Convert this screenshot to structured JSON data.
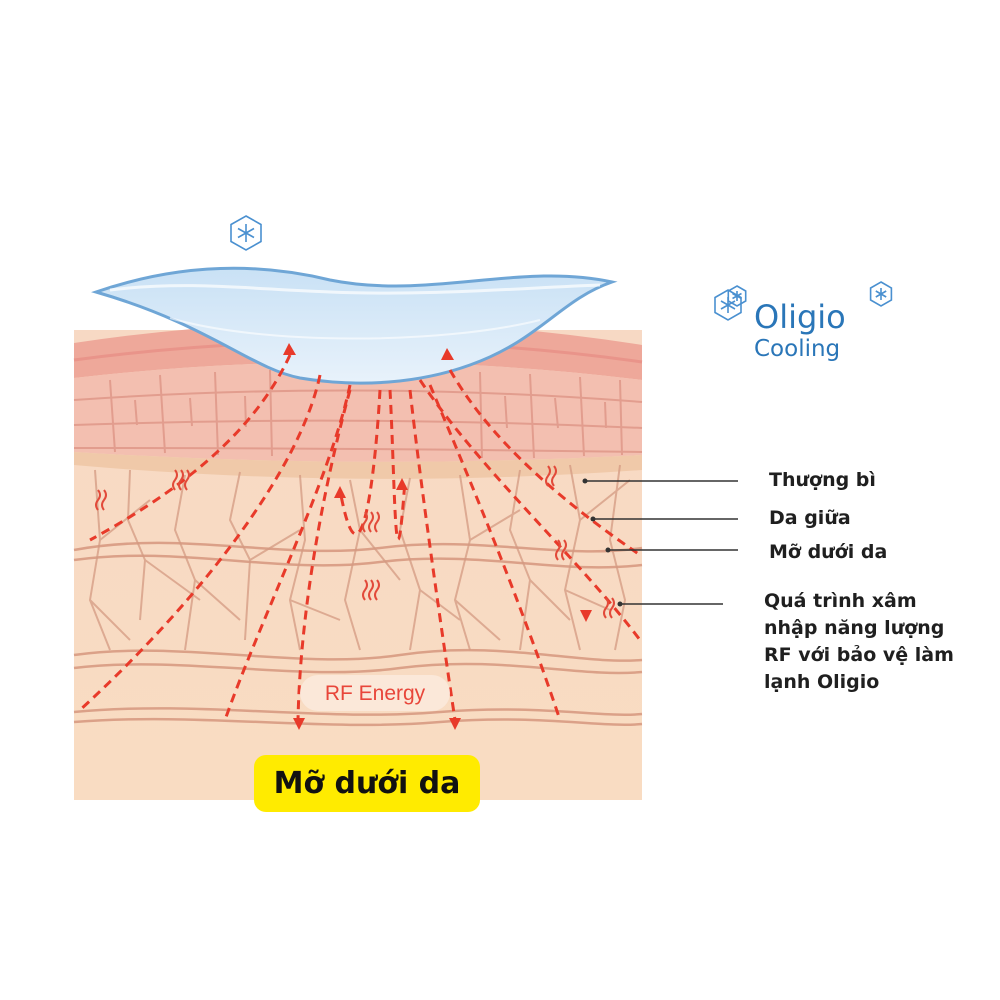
{
  "brand": {
    "name": "Oligio",
    "subtitle": "Cooling"
  },
  "labels": {
    "epidermis": "Thượng bì",
    "dermis": "Da giữa",
    "subcutaneous": "Mỡ dưới da",
    "rf_process": "Quá trình xâm nhập năng lượng RF với bảo vệ làm lạnh Oligio"
  },
  "rf_energy_text": "RF Energy",
  "bottom_badge": "Mỡ dưới da",
  "colors": {
    "skin_base": "#f8dcc0",
    "epidermis": "#f2b8a6",
    "nerve_lines": "#d6977e",
    "rf_arrows": "#e83a2a",
    "cooling_tip": "#a9cdec",
    "brand_blue": "#2a76b8",
    "badge_yellow": "#ffeb00"
  },
  "icons": [
    "snowflake-icon",
    "heat-wave-icon",
    "arrowhead-icon"
  ]
}
